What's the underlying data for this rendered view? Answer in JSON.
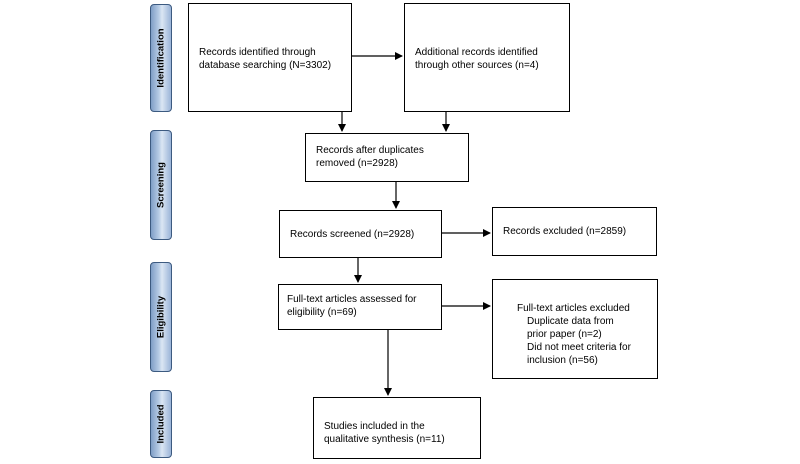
{
  "phases": {
    "identification": "Identification",
    "screening": "Screening",
    "eligibility": "Eligibility",
    "included": "Included"
  },
  "boxes": {
    "db_search": {
      "line1": "Records identified through",
      "line2": "database searching (N=3302)"
    },
    "other_sources": {
      "line1": "Additional records identified",
      "line2": "through other sources (n=4)"
    },
    "after_duplicates": {
      "line1": "Records after duplicates",
      "line2": "removed (n=2928)"
    },
    "screened": {
      "line1": "Records screened (n=2928)"
    },
    "excluded": {
      "line1": "Records excluded (n=2859)"
    },
    "fulltext_assessed": {
      "line1": "Full-text articles assessed for",
      "line2": "eligibility (n=69)"
    },
    "fulltext_excluded": {
      "title": "Full-text articles excluded",
      "reason1_line1": "Duplicate data from",
      "reason1_line2": "prior paper (n=2)",
      "reason2_line1": "Did not meet criteria for",
      "reason2_line2": "inclusion (n=56)"
    },
    "included": {
      "line1": "Studies included in the",
      "line2": "qualitative synthesis (n=11)"
    }
  }
}
